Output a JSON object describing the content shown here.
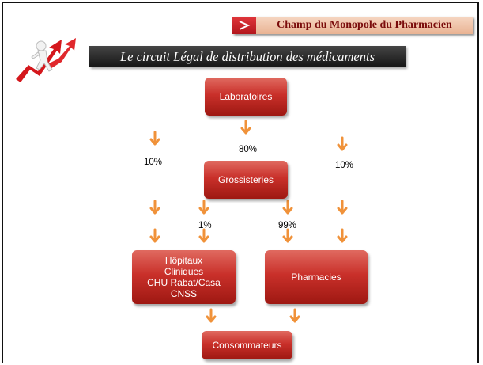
{
  "header": {
    "label": "Champ du Monopole du Pharmacien",
    "icon": "play-arrow-icon"
  },
  "title": "Le circuit Légal de distribution des médicaments",
  "logo": {
    "icon": "runner-arrows-logo-icon"
  },
  "nodes": {
    "laboratoires": "Laboratoires",
    "grossisteries": "Grossisteries",
    "hopitaux": [
      "Hôpitaux",
      "Cliniques",
      "CHU Rabat/Casa",
      "CNSS"
    ],
    "pharmacies": "Pharmacies",
    "consommateurs": "Consommateurs"
  },
  "percentages": {
    "lab_to_gross": "80%",
    "lab_to_hopitaux": "10%",
    "lab_to_pharmacies": "10%",
    "gross_to_hopitaux": "1%",
    "gross_to_pharmacies": "99%"
  },
  "colors": {
    "node": "#c9302a",
    "arrow": "#f0923a",
    "title_bar": "#2a2a2a",
    "header_bg": "#efc4a8",
    "header_text": "#7a0c0c"
  }
}
